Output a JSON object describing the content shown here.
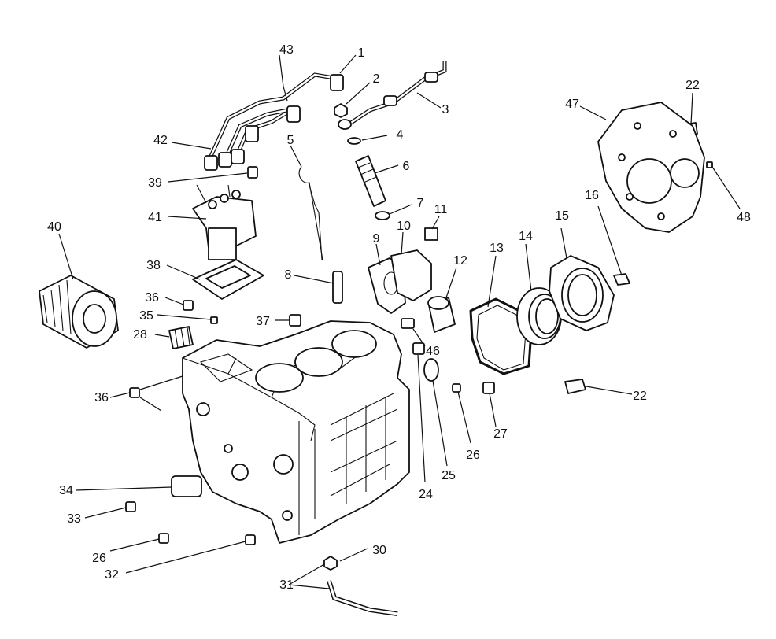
{
  "diagram": {
    "type": "exploded-parts-view",
    "callouts": [
      {
        "num": "1"
      },
      {
        "num": "2"
      },
      {
        "num": "3"
      },
      {
        "num": "4"
      },
      {
        "num": "5"
      },
      {
        "num": "6"
      },
      {
        "num": "7"
      },
      {
        "num": "8"
      },
      {
        "num": "9"
      },
      {
        "num": "10"
      },
      {
        "num": "11"
      },
      {
        "num": "12"
      },
      {
        "num": "13"
      },
      {
        "num": "14"
      },
      {
        "num": "15"
      },
      {
        "num": "16"
      },
      {
        "num": "22"
      },
      {
        "num": "22"
      },
      {
        "num": "24"
      },
      {
        "num": "25"
      },
      {
        "num": "26"
      },
      {
        "num": "26"
      },
      {
        "num": "26"
      },
      {
        "num": "27"
      },
      {
        "num": "28"
      },
      {
        "num": "30"
      },
      {
        "num": "31"
      },
      {
        "num": "32"
      },
      {
        "num": "33"
      },
      {
        "num": "34"
      },
      {
        "num": "35"
      },
      {
        "num": "36"
      },
      {
        "num": "36"
      },
      {
        "num": "37"
      },
      {
        "num": "38"
      },
      {
        "num": "39"
      },
      {
        "num": "40"
      },
      {
        "num": "41"
      },
      {
        "num": "42"
      },
      {
        "num": "43"
      },
      {
        "num": "46"
      },
      {
        "num": "47"
      },
      {
        "num": "48"
      }
    ]
  }
}
